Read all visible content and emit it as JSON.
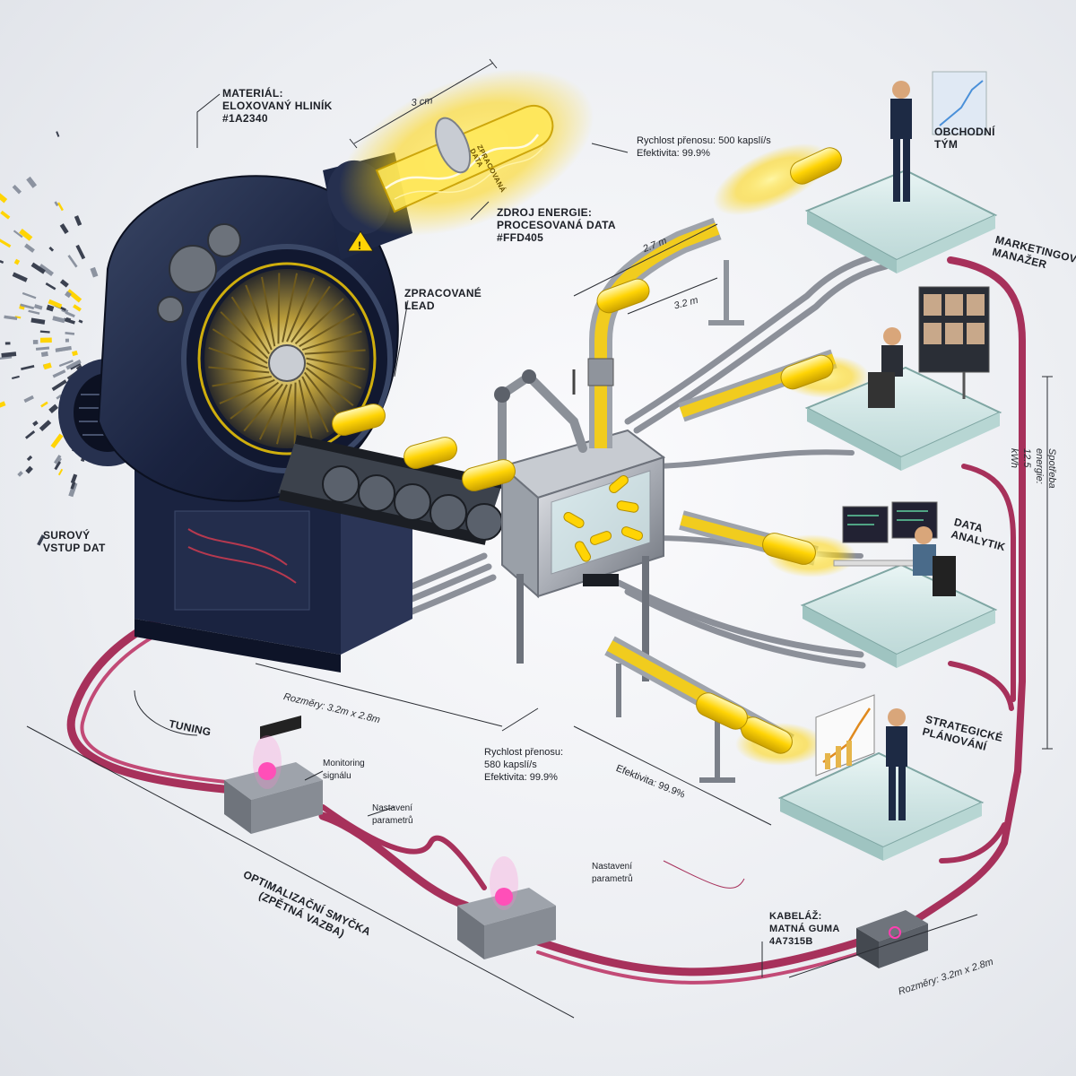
{
  "labels": {
    "material": "MATERIÁL:\nELOXOVANÝ HLINÍK\n#1a2340",
    "energy_source": "ZDROJ ENERGIE:\nPROCESOVANÁ DATA\n#ffd405",
    "processed_lead": "ZPRACOVANÉ\nLEAD",
    "raw_input": "SUROVÝ\nVSTUP DAT",
    "tuning": "TUNING",
    "optimization_loop": "OPTIMALIZAČNÍ SMYČKA\n(ZPĚTNÁ VAZBA)",
    "transfer_top": "Rychlost přenosu: 500 kapslí/s\nEfektivita: 99.9%",
    "transfer_center": "Rychlost přenosu:\n580 kapslí/s\nEfektivita: 99.9%",
    "efficiency_mid": "Efektivita: 99.9%",
    "cabling": "KABELÁŽ:\nMATNÁ GUMA\n4a7315b",
    "signal_monitor": "Monitoring\nsignálu",
    "param_adjust_1": "Nastavení\nparametrů",
    "param_adjust_2": "Nastavení\nparametrů"
  },
  "teams": [
    {
      "name": "OBCHODNÍ\nTÝM"
    },
    {
      "name": "MARKETINGOVÝ\nMANAŽER"
    },
    {
      "name": "DATA\nANALYTIK"
    },
    {
      "name": "STRATEGICKÉ\nPLÁNOVÁNÍ"
    }
  ],
  "dimensions": {
    "capsule_length": "3 cm",
    "pipe_top_length": "2.7 m",
    "pipe_top_height": "3.2 m",
    "machine_base": "Rozměry: 3.2m x 2.8m",
    "cable_run": "Rozměry: 3.2m x 2.8m",
    "vertical_span": "Spotřeba energie: 12.5 kWh"
  },
  "capsule_text": "ZPRACOVANÁ\nDATA",
  "colors": {
    "machine": "#1a2340",
    "energy": "#ffd405",
    "cable": "#a7315b"
  }
}
